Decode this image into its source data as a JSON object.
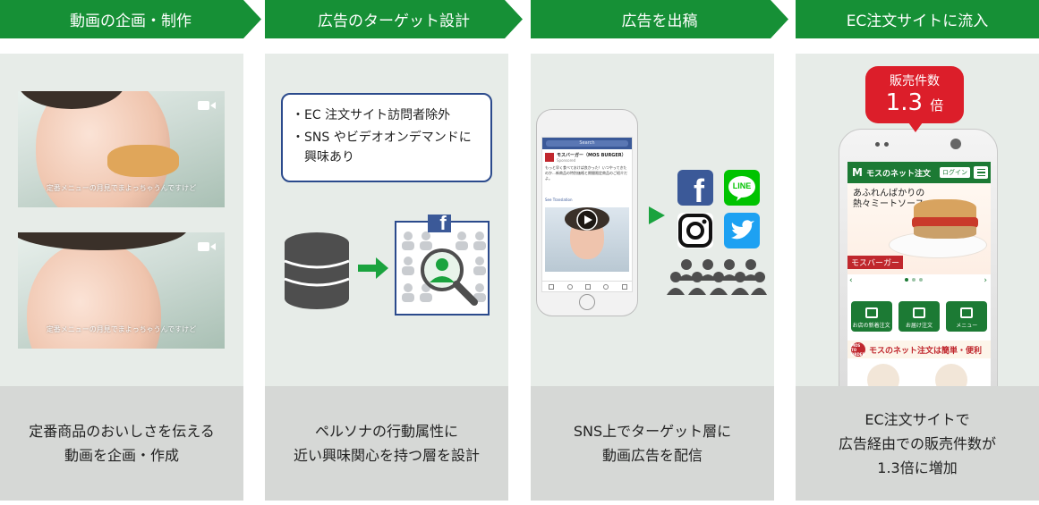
{
  "steps": [
    {
      "title": "動画の企画・制作",
      "caption": [
        "定番商品のおいしさを伝える",
        "動画を企画・作成"
      ]
    },
    {
      "title": "広告のターゲット設計",
      "caption": [
        "ペルソナの行動属性に",
        "近い興味関心を持つ層を設計"
      ]
    },
    {
      "title": "広告を出稿",
      "caption": [
        "SNS上でターゲット層に",
        "動画広告を配信"
      ]
    },
    {
      "title": "EC注文サイトに流入",
      "caption": [
        "EC注文サイトで",
        "広告経由での販売件数が",
        "1.3倍に増加"
      ]
    }
  ],
  "video_subtitles": [
    "定番メニューの月見でまよっちゃうんですけど",
    "定番メニューの月見でまよっちゃうんですけど"
  ],
  "targeting": {
    "bullet_mark": "・",
    "bullets": [
      [
        "EC 注文サイト訪問者除外"
      ],
      [
        "SNS やビデオオンデマンドに",
        "興味あり"
      ]
    ]
  },
  "facebook_post": {
    "search": "Search",
    "page_name": "モスバーガー（MOS BURGER）",
    "sponsored": "Sponsored",
    "text": "もっと早く食べておけば良かった！いつやってきたのか…新商品の特別価格と期間限定商品のご紹介だよ。",
    "see_translation": "See Translation"
  },
  "social_labels": {
    "line": "LINE"
  },
  "sales_bubble": {
    "label": "販売件数",
    "value": "1.3",
    "unit": "倍"
  },
  "mos_site": {
    "logo": "M",
    "site_name": "モスのネット注文",
    "login": "ログイン",
    "banner_line1": "あふれんばかりの",
    "banner_line2": "熱々ミートソース",
    "banner_tag": "モスバーガー",
    "nav": [
      "お店の新着注文",
      "お届け注文",
      "メニュー"
    ],
    "promo_badge": "MOS TO ORDER",
    "promo_text": "モスのネット注文は簡単・便利"
  },
  "colors": {
    "step_green": "#169036",
    "panel_bg": "#e7ece8",
    "caption_bg": "#d6d8d6",
    "bubble_red": "#dc1e2a",
    "mos_green": "#1c7a34",
    "facebook_blue": "#3b5998",
    "line_green": "#00c300",
    "twitter_blue": "#1da1f2"
  }
}
